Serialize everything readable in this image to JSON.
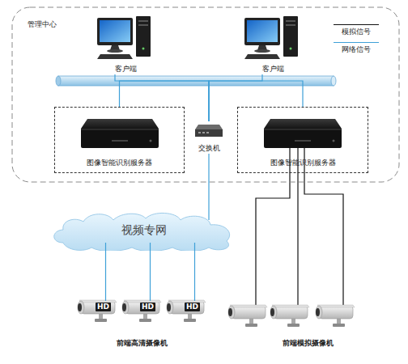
{
  "diagram": {
    "nodes": [
      {
        "text": [
          "管理中心"
        ]
      },
      {
        "text": [
          "客户端"
        ],
        "in": 0
      },
      {
        "text": [
          "客户端"
        ],
        "in": 0
      },
      {
        "text": [
          "图像智能识别服务器"
        ],
        "in": 0
      },
      {
        "text": [
          "交换机"
        ],
        "in": 0
      },
      {
        "text": [
          "图像智能识别服务器"
        ],
        "in": 0
      },
      {
        "text": [
          "视频专网"
        ]
      },
      {
        "text": [
          "HD"
        ]
      },
      {
        "text": [
          "HD"
        ]
      },
      {
        "text": [
          "HD"
        ]
      }
    ],
    "edges": [
      {
        "from": 1,
        "to": 4,
        "arrow": "none"
      },
      {
        "from": 2,
        "to": 4,
        "arrow": "none"
      },
      {
        "from": 3,
        "to": 4,
        "arrow": "none"
      },
      {
        "from": 5,
        "to": 4,
        "arrow": "none"
      },
      {
        "from": 4,
        "to": 6,
        "arrow": "none"
      },
      {
        "from": 6,
        "to": 7,
        "arrow": "none"
      },
      {
        "from": 6,
        "to": 8,
        "arrow": "none"
      },
      {
        "from": 6,
        "to": 9,
        "arrow": "none"
      }
    ],
    "labels": [
      "前端高清摄像机",
      "前端模拟摄像机"
    ],
    "legend": [
      {
        "text": "模拟信号"
      },
      {
        "text": "网络信号"
      }
    ]
  }
}
